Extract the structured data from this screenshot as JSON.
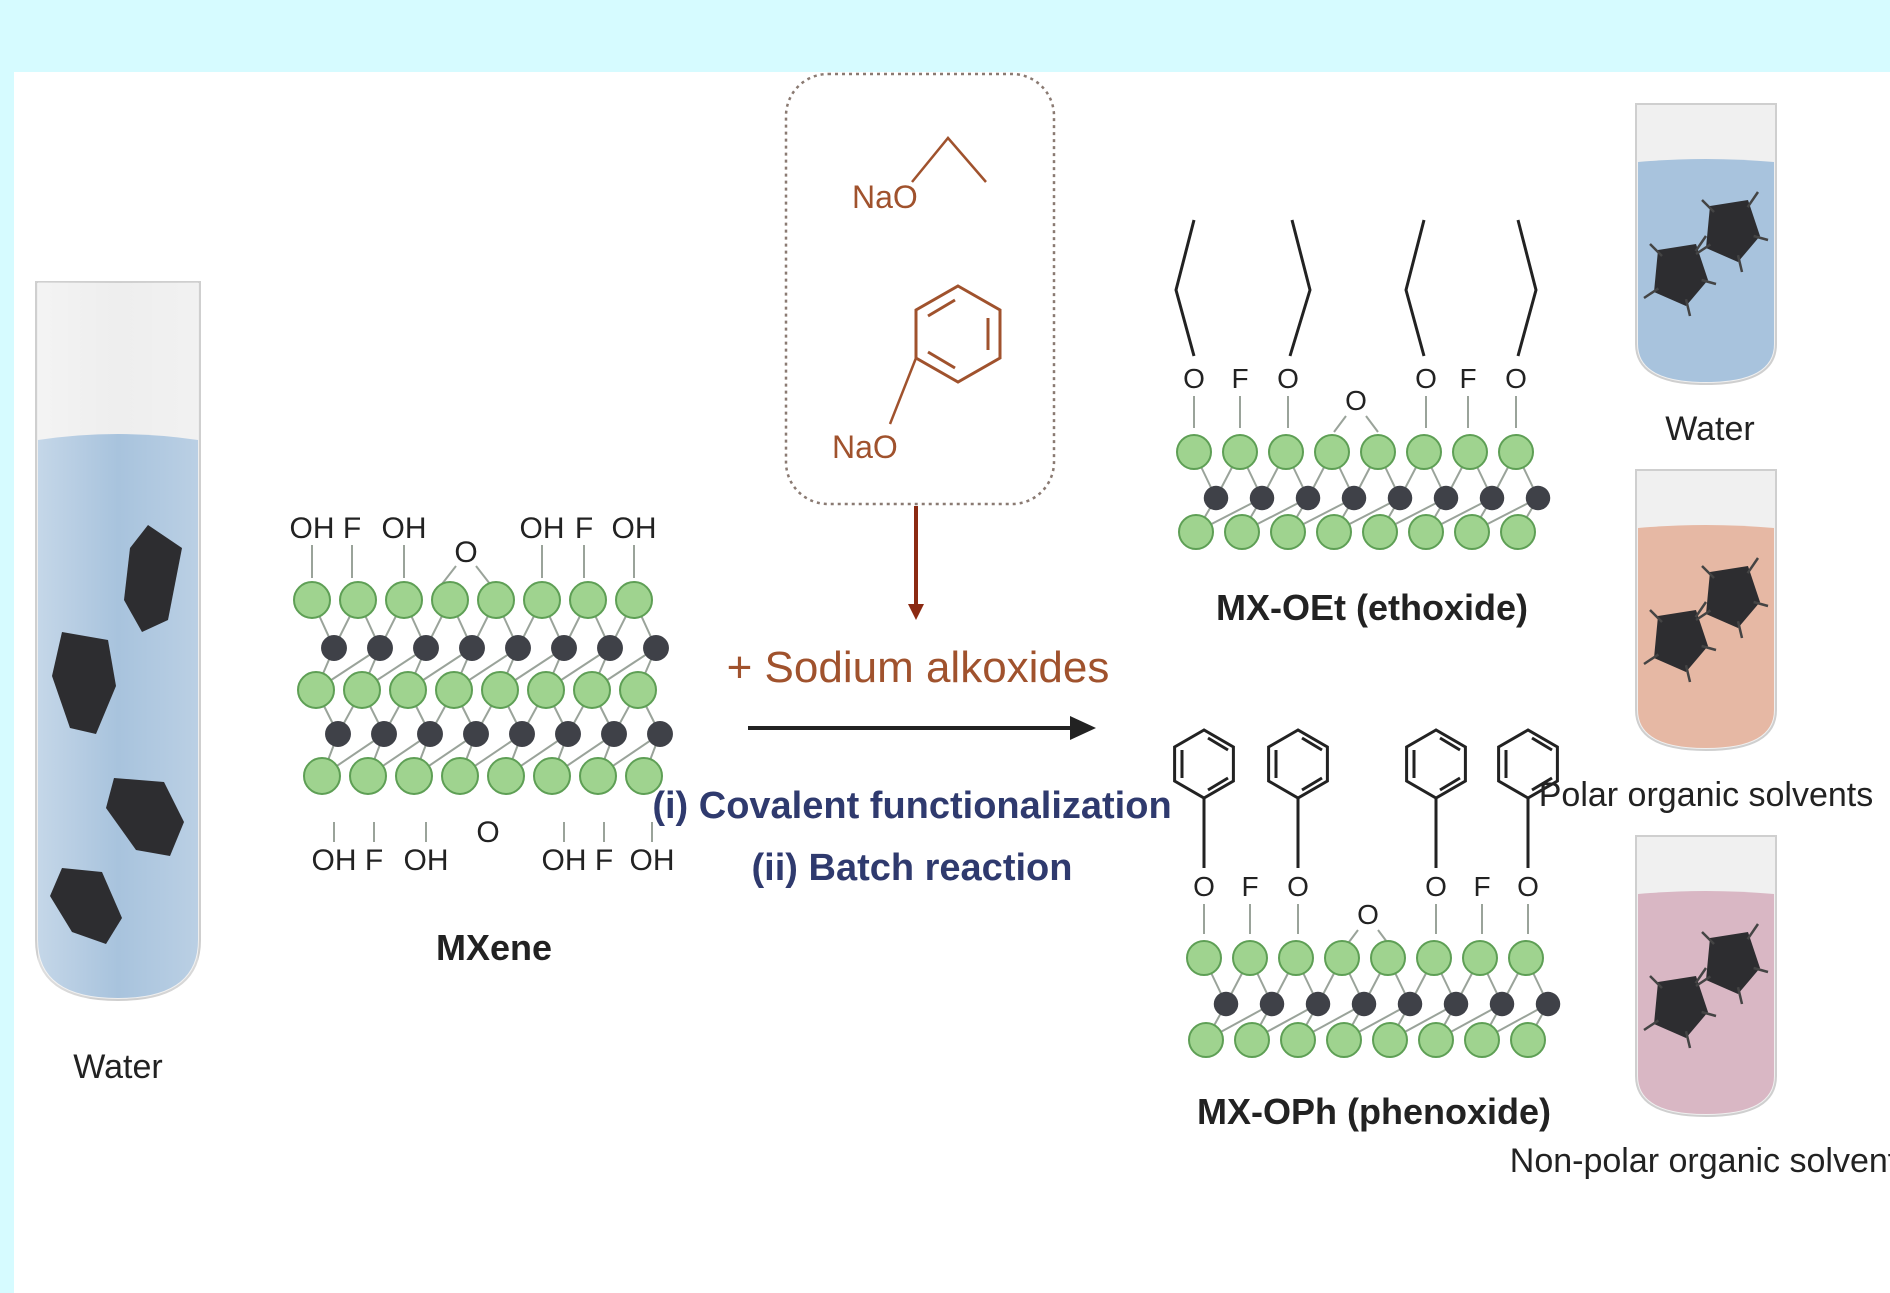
{
  "colors": {
    "top_band": "#d6fbff",
    "panel": "#ffffff",
    "green_atom": "#9fd38f",
    "green_stroke": "#5e9f55",
    "dark_atom": "#3f4148",
    "reagent": "#a0522d",
    "arrow_text": "#2f3a6e",
    "water": "#a8c3dd",
    "polar": "#e6b8a4",
    "nonpolar": "#d9b7c4",
    "flake": "#2d2d30"
  },
  "left_vial": {
    "label": "Water"
  },
  "mxene": {
    "title": "MXene",
    "top_labels": [
      "OH",
      "F",
      "OH",
      "O",
      "OH",
      "F",
      "OH"
    ],
    "bottom_labels": [
      "OH",
      "F",
      "OH",
      "O",
      "OH",
      "F",
      "OH"
    ]
  },
  "reagents": {
    "ethoxide_na": "NaO",
    "phenoxide_na": "NaO",
    "plus_label": "+ Sodium alkoxides"
  },
  "conditions": {
    "line1": "(i) Covalent functionalization",
    "line2": "(ii) Batch reaction"
  },
  "products": {
    "ethoxide": {
      "title": "MX-OEt (ethoxide)",
      "labels": [
        "O",
        "F",
        "O",
        "O",
        "O",
        "F",
        "O"
      ]
    },
    "phenoxide": {
      "title": "MX-OPh (phenoxide)",
      "labels": [
        "O",
        "F",
        "O",
        "O",
        "O",
        "F",
        "O"
      ]
    }
  },
  "solvent_vials": [
    {
      "label": "Water"
    },
    {
      "label": "Polar organic solvents"
    },
    {
      "label": "Non-polar organic solvents"
    }
  ]
}
